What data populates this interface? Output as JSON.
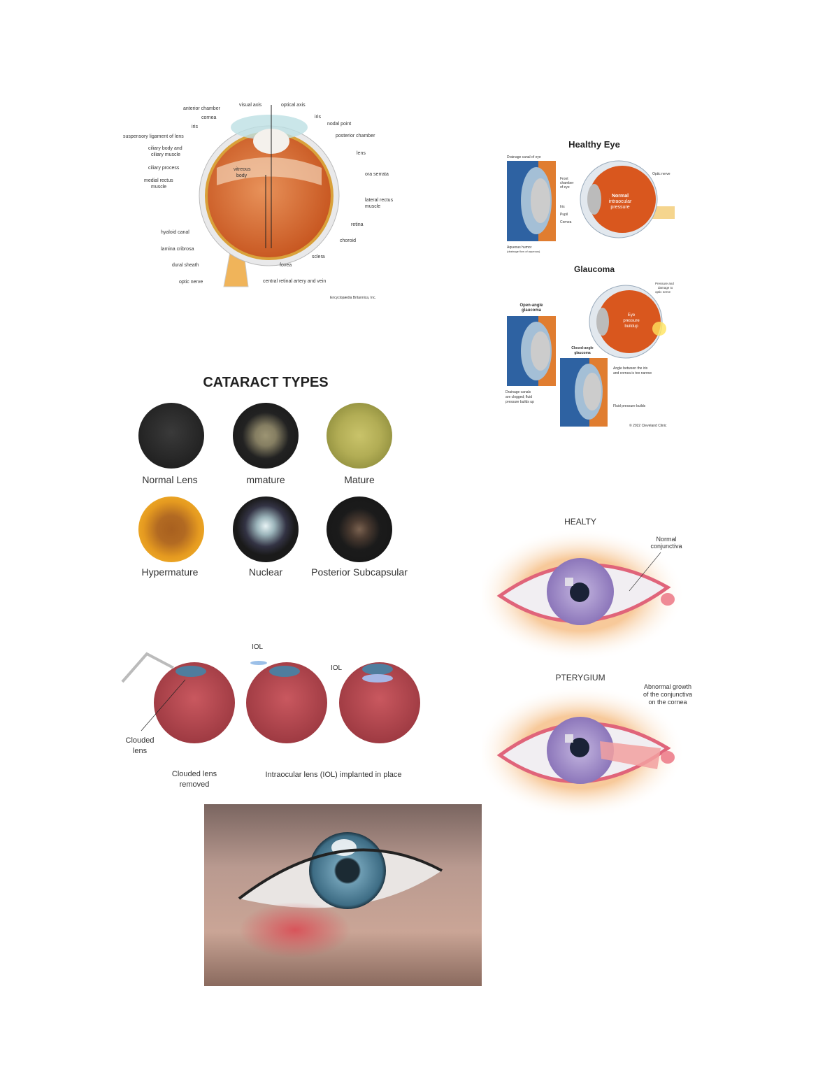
{
  "anatomy": {
    "labels_left": [
      "anterior chamber",
      "cornea",
      "iris",
      "suspensory ligament of lens",
      "ciliary body and",
      "ciliary muscle",
      "ciliary process",
      "medial rectus",
      "muscle",
      "hyaloid canal",
      "lamina cribrosa",
      "dural sheath",
      "optic nerve"
    ],
    "labels_top": [
      "visual axis",
      "optical axis"
    ],
    "labels_right": [
      "iris",
      "nodal point",
      "posterior chamber",
      "lens",
      "ora serrata",
      "lateral rectus",
      "muscle",
      "retina",
      "choroid",
      "sclera",
      "fovea",
      "central retinal artery and vein"
    ],
    "vitreous": [
      "vitreous",
      "body"
    ],
    "credit": "Encyclopædia Britannica, Inc."
  },
  "glaucoma_figure": {
    "healthy_title": "Healthy Eye",
    "healthy_labels": [
      "Drainage canal of eye",
      "Front",
      "chamber",
      "of eye",
      "Iris",
      "Pupil",
      "Cornea",
      "Aqueous humor",
      "(drainage flow of aqueous)",
      "Optic nerve"
    ],
    "healthy_center": [
      "Normal",
      "intraocular",
      "pressure"
    ],
    "glaucoma_title": "Glaucoma",
    "open_angle": [
      "Open-angle",
      "glaucoma"
    ],
    "open_angle_note": [
      "Drainage canals",
      "are clogged; fluid",
      "pressure builds up"
    ],
    "closed_angle": [
      "Closed-angle",
      "glaucoma"
    ],
    "angle_note": [
      "Angle between the iris",
      "and cornea is too narrow"
    ],
    "fluid_note": "Fluid pressure builds",
    "pressure_center": [
      "Eye",
      "pressure",
      "buildup"
    ],
    "optic_note": [
      "Pressure and",
      "damage to",
      "optic nerve"
    ],
    "credit": "© 2022 Cleveland Clinic"
  },
  "cataract_types": {
    "title": "CATARACT TYPES",
    "items": [
      {
        "label": "Normal Lens",
        "color": "#2b2b2b"
      },
      {
        "label": "mmature",
        "color": "#9a9470"
      },
      {
        "label": "Mature",
        "color": "#b9b45a"
      },
      {
        "label": "Hypermature",
        "color": "#b06a22"
      },
      {
        "label": "Nuclear",
        "color": "#cfe0e4"
      },
      {
        "label": "Posterior Subcapsular",
        "color": "#6b5444"
      }
    ]
  },
  "pterygium_figure": {
    "healthy_title": "HEALTY",
    "healthy_note": [
      "Normal",
      "conjunctiva"
    ],
    "pterygium_title": "PTERYGIUM",
    "pterygium_note": [
      "Abnormal growth",
      "of the conjunctiva",
      "on the cornea"
    ],
    "iris_color": "#9a86c4"
  },
  "surgery_figure": {
    "iol_label_1": "IOL",
    "iol_label_2": "IOL",
    "clouded_label": [
      "Clouded",
      "lens"
    ],
    "caption_left": [
      "Clouded lens",
      "removed"
    ],
    "caption_right": "Intraocular lens (IOL) implanted in place"
  },
  "stye_photo": {
    "iris_color": "#5d8aa0"
  }
}
